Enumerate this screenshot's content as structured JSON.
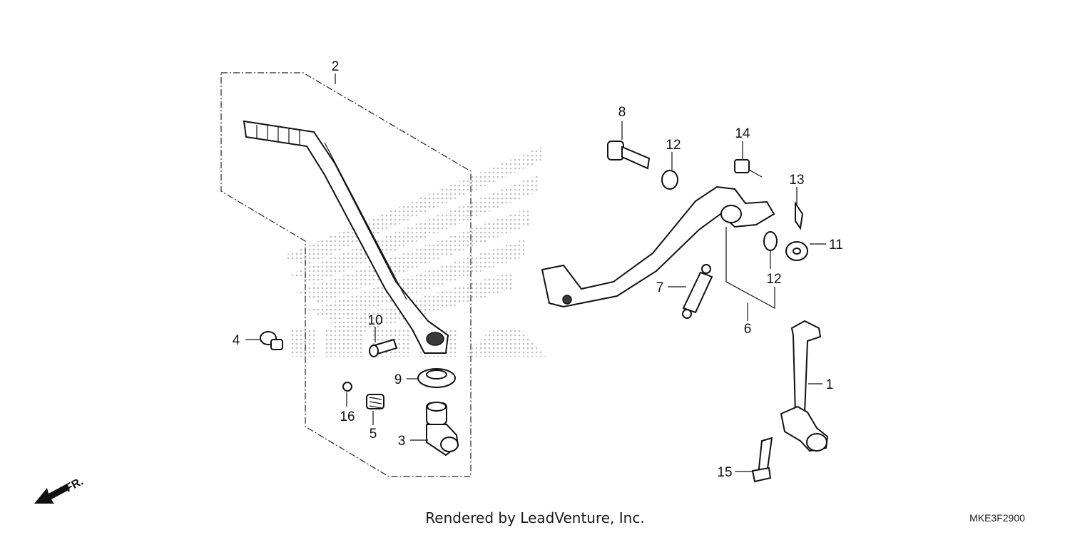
{
  "diagram": {
    "callouts": [
      {
        "id": "callout-2",
        "text": "2"
      },
      {
        "id": "callout-4",
        "text": "4"
      },
      {
        "id": "callout-10",
        "text": "10"
      },
      {
        "id": "callout-9",
        "text": "9"
      },
      {
        "id": "callout-16",
        "text": "16"
      },
      {
        "id": "callout-5",
        "text": "5"
      },
      {
        "id": "callout-3",
        "text": "3"
      },
      {
        "id": "callout-8",
        "text": "8"
      },
      {
        "id": "callout-12a",
        "text": "12"
      },
      {
        "id": "callout-14",
        "text": "14"
      },
      {
        "id": "callout-13",
        "text": "13"
      },
      {
        "id": "callout-11",
        "text": "11"
      },
      {
        "id": "callout-12b",
        "text": "12"
      },
      {
        "id": "callout-7",
        "text": "7"
      },
      {
        "id": "callout-6",
        "text": "6"
      },
      {
        "id": "callout-1",
        "text": "1"
      },
      {
        "id": "callout-15",
        "text": "15"
      }
    ],
    "direction_label": "FR.",
    "watermark": "HONDA wing logo"
  },
  "footer": {
    "credit": "Rendered by LeadVenture, Inc.",
    "diagram_code": "MKE3F2900"
  }
}
